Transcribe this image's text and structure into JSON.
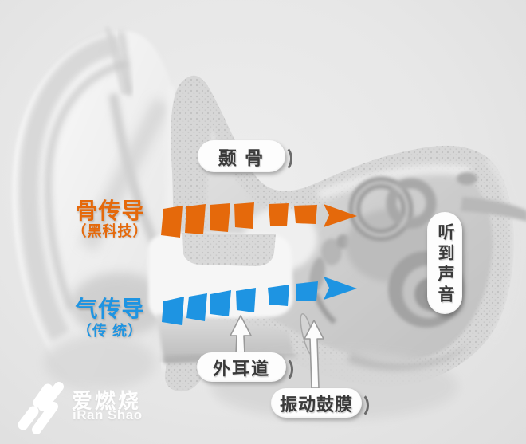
{
  "diagram": {
    "bone_conduction": {
      "label": "骨传导",
      "sub": "（黑科技）"
    },
    "air_conduction": {
      "label": "气传导",
      "sub": "（传 统）"
    },
    "callouts": {
      "temporal_bone": "颞 骨",
      "ear_canal": "外耳道",
      "vibrating_eardrum": "振动鼓膜",
      "hear_sound": "听到声音"
    },
    "colors": {
      "bone": "#e5690b",
      "air": "#1e94e2"
    }
  },
  "logo": {
    "cn": "爱燃烧",
    "en": "iRan Shao"
  }
}
